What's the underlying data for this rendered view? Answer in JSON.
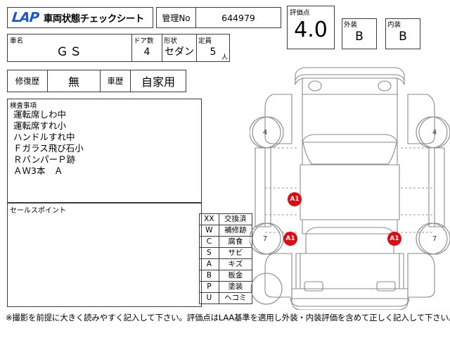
{
  "header": {
    "logo_text": "LAP",
    "title": "車両状態チェックシート",
    "mgmt_no_label": "管理No",
    "mgmt_no_value": "644979",
    "score_label": "評価点",
    "score_value": "4.0",
    "exterior_label": "外装",
    "exterior_value": "B",
    "interior_label": "内装",
    "interior_value": "B"
  },
  "vehicle": {
    "name_label": "車名",
    "name_value": "ＧＳ",
    "door_label": "ドア数",
    "door_value": "4",
    "shape_label": "形状",
    "shape_value": "セダン",
    "seat_label": "定員",
    "seat_value": "5",
    "seat_unit": "人",
    "repair_label": "修復歴",
    "repair_value": "無",
    "history_label": "車歴",
    "history_value": "自家用"
  },
  "inspection": {
    "label": "検査事項",
    "items": [
      "運転席しわ中",
      "運転席すれ小",
      "ハンドルすれ中",
      "Ｆガラス飛び石小",
      "ＲバンパーＰ跡",
      "ＡＷ3本　Ａ"
    ]
  },
  "sales_point": {
    "label": "セールスポイント",
    "value": ""
  },
  "legend": {
    "rows": [
      {
        "code": "XX",
        "desc": "交換済"
      },
      {
        "code": "W",
        "desc": "補修跡"
      },
      {
        "code": "C",
        "desc": "腐食"
      },
      {
        "code": "S",
        "desc": "サビ"
      },
      {
        "code": "A",
        "desc": "キズ"
      },
      {
        "code": "B",
        "desc": "板金"
      },
      {
        "code": "P",
        "desc": "塗装"
      },
      {
        "code": "U",
        "desc": "ヘコミ"
      }
    ]
  },
  "diagram": {
    "wheel_marks": [
      {
        "id": "rear-left",
        "value": "4"
      },
      {
        "id": "rear-right",
        "value": "4"
      },
      {
        "id": "front-left",
        "value": "7"
      },
      {
        "id": "front-right",
        "value": "7"
      }
    ],
    "damage_marks": [
      {
        "id": "left-door",
        "value": "A1"
      },
      {
        "id": "left-front-fender",
        "value": "A1"
      },
      {
        "id": "right-front-fender",
        "value": "A1"
      }
    ],
    "marker_color": "#dd0b14",
    "line_color": "#808080"
  },
  "footer": {
    "note": "※撮影を前提に大きく読みやすく記入して下さい。評価点はLAA基準を適用し外装・内装評価を含めて正しく記入して下さい。"
  }
}
